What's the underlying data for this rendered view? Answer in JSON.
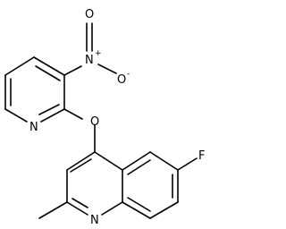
{
  "molecule": {
    "atoms": {
      "n_nitro": "N",
      "n_nitro_charge": "+",
      "o_nitro_top": "O",
      "o_nitro_right": "O",
      "o_nitro_right_charge": "-",
      "n_pyridine": "N",
      "o_ether": "O",
      "f": "F",
      "n_quinoline": "N"
    }
  }
}
